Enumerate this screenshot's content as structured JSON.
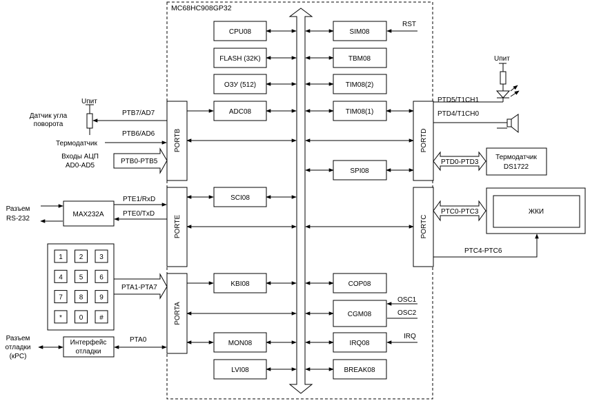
{
  "chip_title": "MC68HC908GP32",
  "modules": {
    "cpu": "CPU08",
    "flash": "FLASH (32K)",
    "ram": "ОЗУ (512)",
    "adc": "ADC08",
    "sci": "SCI08",
    "kbi": "KBI08",
    "mon": "MON08",
    "lvi": "LVI08",
    "sim": "SIM08",
    "tbm": "TBM08",
    "tim2": "TIM08(2)",
    "tim1": "TIM08(1)",
    "spi": "SPI08",
    "cop": "COP08",
    "cgm": "CGM08",
    "irq": "IRQ08",
    "brk": "BREAK08"
  },
  "ports": {
    "portb": "PORTB",
    "porte": "PORTE",
    "porta": "PORTA",
    "portd": "PORTD",
    "portc": "PORTC"
  },
  "signals": {
    "rst": "RST",
    "ptb7": "PTB7/AD7",
    "ptb6": "PTB6/AD6",
    "ptb0_5": "PTB0-PTB5",
    "pte1": "PTE1/RxD",
    "pte0": "PTE0/TxD",
    "pta1_7": "PTA1-PTA7",
    "pta0": "PTA0",
    "ptd5": "PTD5/T1CH1",
    "ptd4": "PTD4/T1CH0",
    "ptd0_3": "PTD0-PTD3",
    "ptc0_3": "PTC0-PTC3",
    "ptc4_6": "PTC4-PTC6",
    "osc1": "OSC1",
    "osc2": "OSC2",
    "irq": "IRQ"
  },
  "external": {
    "upit_left": "Uпит",
    "upit_right": "Uпит",
    "angle_sensor_line1": "Датчик угла",
    "angle_sensor_line2": "поворота",
    "thermo_sensor": "Термодатчик",
    "adc_inputs_line1": "Входы АЦП",
    "adc_inputs_line2": "AD0-AD5",
    "rs232_line1": "Разъем",
    "rs232_line2": "RS-232",
    "max232": "MAX232A",
    "debug_conn_line1": "Разъем",
    "debug_conn_line2": "отладки",
    "debug_conn_line3": "(кРС)",
    "debug_iface_line1": "Интерфейс",
    "debug_iface_line2": "отладки",
    "ds1722_line1": "Термодатчик",
    "ds1722_line2": "DS1722",
    "lcd": "ЖКИ"
  },
  "keypad": [
    "1",
    "2",
    "3",
    "4",
    "5",
    "6",
    "7",
    "8",
    "9",
    "*",
    "0",
    "#"
  ]
}
